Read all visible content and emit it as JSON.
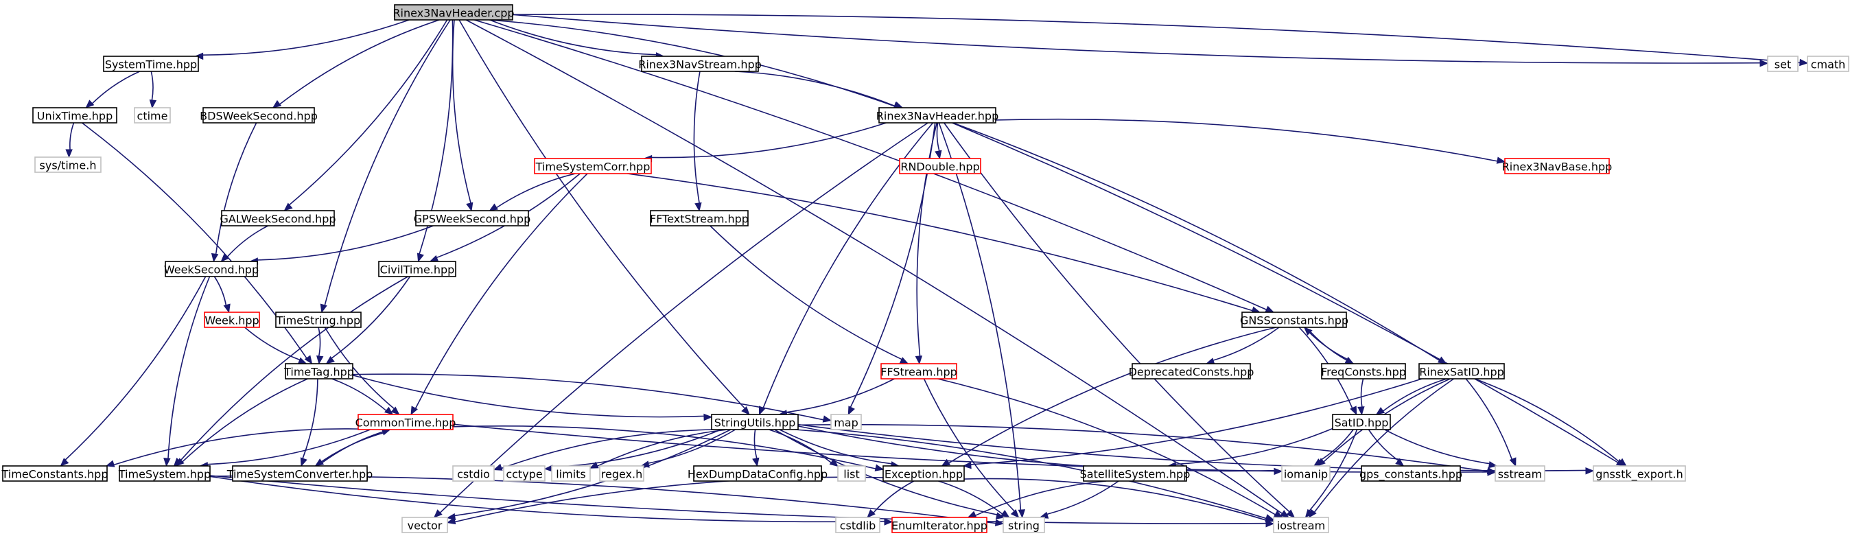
{
  "colors": {
    "edge": "#191970",
    "node_border": "#000000",
    "incomplete_border": "#ff0000",
    "system_border": "#bfbfbf",
    "root_fill": "#bfbfbf",
    "node_fill": "#ffffff",
    "system_text": "#404040"
  },
  "nodes": [
    {
      "id": "Rinex3NavHeader.cpp",
      "label": "Rinex3NavHeader.cpp",
      "kind": "root"
    },
    {
      "id": "SystemTime.hpp",
      "label": "SystemTime.hpp",
      "kind": "normal"
    },
    {
      "id": "Rinex3NavStream.hpp",
      "label": "Rinex3NavStream.hpp",
      "kind": "normal"
    },
    {
      "id": "set",
      "label": "set",
      "kind": "system"
    },
    {
      "id": "cmath",
      "label": "cmath",
      "kind": "system"
    },
    {
      "id": "UnixTime.hpp",
      "label": "UnixTime.hpp",
      "kind": "normal"
    },
    {
      "id": "ctime",
      "label": "ctime",
      "kind": "system"
    },
    {
      "id": "BDSWeekSecond.hpp",
      "label": "BDSWeekSecond.hpp",
      "kind": "normal"
    },
    {
      "id": "Rinex3NavHeader.hpp",
      "label": "Rinex3NavHeader.hpp",
      "kind": "normal"
    },
    {
      "id": "sys/time.h",
      "label": "sys/time.h",
      "kind": "system"
    },
    {
      "id": "TimeSystemCorr.hpp",
      "label": "TimeSystemCorr.hpp",
      "kind": "incomplete"
    },
    {
      "id": "RNDouble.hpp",
      "label": "RNDouble.hpp",
      "kind": "incomplete"
    },
    {
      "id": "Rinex3NavBase.hpp",
      "label": "Rinex3NavBase.hpp",
      "kind": "incomplete"
    },
    {
      "id": "GALWeekSecond.hpp",
      "label": "GALWeekSecond.hpp",
      "kind": "normal"
    },
    {
      "id": "GPSWeekSecond.hpp",
      "label": "GPSWeekSecond.hpp",
      "kind": "normal"
    },
    {
      "id": "FFTextStream.hpp",
      "label": "FFTextStream.hpp",
      "kind": "normal"
    },
    {
      "id": "WeekSecond.hpp",
      "label": "WeekSecond.hpp",
      "kind": "normal"
    },
    {
      "id": "CivilTime.hpp",
      "label": "CivilTime.hpp",
      "kind": "normal"
    },
    {
      "id": "Week.hpp",
      "label": "Week.hpp",
      "kind": "incomplete"
    },
    {
      "id": "TimeString.hpp",
      "label": "TimeString.hpp",
      "kind": "normal"
    },
    {
      "id": "GNSSconstants.hpp",
      "label": "GNSSconstants.hpp",
      "kind": "normal"
    },
    {
      "id": "TimeTag.hpp",
      "label": "TimeTag.hpp",
      "kind": "normal"
    },
    {
      "id": "FFStream.hpp",
      "label": "FFStream.hpp",
      "kind": "incomplete"
    },
    {
      "id": "DeprecatedConsts.hpp",
      "label": "DeprecatedConsts.hpp",
      "kind": "normal"
    },
    {
      "id": "FreqConsts.hpp",
      "label": "FreqConsts.hpp",
      "kind": "normal"
    },
    {
      "id": "RinexSatID.hpp",
      "label": "RinexSatID.hpp",
      "kind": "normal"
    },
    {
      "id": "CommonTime.hpp",
      "label": "CommonTime.hpp",
      "kind": "incomplete"
    },
    {
      "id": "StringUtils.hpp",
      "label": "StringUtils.hpp",
      "kind": "normal"
    },
    {
      "id": "map",
      "label": "map",
      "kind": "system"
    },
    {
      "id": "SatID.hpp",
      "label": "SatID.hpp",
      "kind": "normal"
    },
    {
      "id": "TimeConstants.hpp",
      "label": "TimeConstants.hpp",
      "kind": "normal"
    },
    {
      "id": "TimeSystem.hpp",
      "label": "TimeSystem.hpp",
      "kind": "normal"
    },
    {
      "id": "TimeSystemConverter.hpp",
      "label": "TimeSystemConverter.hpp",
      "kind": "normal"
    },
    {
      "id": "cstdio",
      "label": "cstdio",
      "kind": "system"
    },
    {
      "id": "cctype",
      "label": "cctype",
      "kind": "system"
    },
    {
      "id": "limits",
      "label": "limits",
      "kind": "system"
    },
    {
      "id": "regex.h",
      "label": "regex.h",
      "kind": "system"
    },
    {
      "id": "HexDumpDataConfig.hpp",
      "label": "HexDumpDataConfig.hpp",
      "kind": "normal"
    },
    {
      "id": "list",
      "label": "list",
      "kind": "system"
    },
    {
      "id": "Exception.hpp",
      "label": "Exception.hpp",
      "kind": "normal"
    },
    {
      "id": "SatelliteSystem.hpp",
      "label": "SatelliteSystem.hpp",
      "kind": "normal"
    },
    {
      "id": "iomanip",
      "label": "iomanip",
      "kind": "system"
    },
    {
      "id": "gps_constants.hpp",
      "label": "gps_constants.hpp",
      "kind": "normal"
    },
    {
      "id": "sstream",
      "label": "sstream",
      "kind": "system"
    },
    {
      "id": "gnsstk_export.h",
      "label": "gnsstk_export.h",
      "kind": "system"
    },
    {
      "id": "vector",
      "label": "vector",
      "kind": "system"
    },
    {
      "id": "cstdlib",
      "label": "cstdlib",
      "kind": "system"
    },
    {
      "id": "EnumIterator.hpp",
      "label": "EnumIterator.hpp",
      "kind": "incomplete"
    },
    {
      "id": "string",
      "label": "string",
      "kind": "system"
    },
    {
      "id": "iostream",
      "label": "iostream",
      "kind": "system"
    }
  ],
  "edges": [
    [
      "Rinex3NavHeader.cpp",
      "SystemTime.hpp"
    ],
    [
      "Rinex3NavHeader.cpp",
      "Rinex3NavStream.hpp"
    ],
    [
      "Rinex3NavHeader.cpp",
      "Rinex3NavHeader.hpp"
    ],
    [
      "Rinex3NavHeader.cpp",
      "set"
    ],
    [
      "Rinex3NavHeader.cpp",
      "cmath"
    ],
    [
      "Rinex3NavHeader.cpp",
      "BDSWeekSecond.hpp"
    ],
    [
      "Rinex3NavHeader.cpp",
      "GALWeekSecond.hpp"
    ],
    [
      "Rinex3NavHeader.cpp",
      "GPSWeekSecond.hpp"
    ],
    [
      "Rinex3NavHeader.cpp",
      "CivilTime.hpp"
    ],
    [
      "Rinex3NavHeader.cpp",
      "TimeString.hpp"
    ],
    [
      "Rinex3NavHeader.cpp",
      "GNSSconstants.hpp"
    ],
    [
      "Rinex3NavHeader.cpp",
      "StringUtils.hpp"
    ],
    [
      "Rinex3NavHeader.cpp",
      "iostream"
    ],
    [
      "SystemTime.hpp",
      "UnixTime.hpp"
    ],
    [
      "SystemTime.hpp",
      "ctime"
    ],
    [
      "UnixTime.hpp",
      "sys/time.h"
    ],
    [
      "UnixTime.hpp",
      "TimeTag.hpp"
    ],
    [
      "BDSWeekSecond.hpp",
      "WeekSecond.hpp"
    ],
    [
      "Rinex3NavStream.hpp",
      "Rinex3NavHeader.hpp"
    ],
    [
      "Rinex3NavStream.hpp",
      "FFTextStream.hpp"
    ],
    [
      "Rinex3NavHeader.hpp",
      "TimeSystemCorr.hpp"
    ],
    [
      "Rinex3NavHeader.hpp",
      "RNDouble.hpp"
    ],
    [
      "Rinex3NavHeader.hpp",
      "Rinex3NavBase.hpp"
    ],
    [
      "Rinex3NavHeader.hpp",
      "FFStream.hpp"
    ],
    [
      "Rinex3NavHeader.hpp",
      "RinexSatID.hpp"
    ],
    [
      "Rinex3NavHeader.hpp",
      "StringUtils.hpp"
    ],
    [
      "Rinex3NavHeader.hpp",
      "map"
    ],
    [
      "Rinex3NavHeader.hpp",
      "vector"
    ],
    [
      "Rinex3NavHeader.hpp",
      "string"
    ],
    [
      "Rinex3NavHeader.hpp",
      "iostream"
    ],
    [
      "Rinex3NavHeader.hpp",
      "gnsstk_export.h"
    ],
    [
      "TimeSystemCorr.hpp",
      "GPSWeekSecond.hpp"
    ],
    [
      "TimeSystemCorr.hpp",
      "CivilTime.hpp"
    ],
    [
      "TimeSystemCorr.hpp",
      "CommonTime.hpp"
    ],
    [
      "TimeSystemCorr.hpp",
      "GNSSconstants.hpp"
    ],
    [
      "GALWeekSecond.hpp",
      "WeekSecond.hpp"
    ],
    [
      "GPSWeekSecond.hpp",
      "WeekSecond.hpp"
    ],
    [
      "FFTextStream.hpp",
      "FFStream.hpp"
    ],
    [
      "WeekSecond.hpp",
      "Week.hpp"
    ],
    [
      "WeekSecond.hpp",
      "TimeSystem.hpp"
    ],
    [
      "WeekSecond.hpp",
      "TimeConstants.hpp"
    ],
    [
      "Week.hpp",
      "TimeTag.hpp"
    ],
    [
      "CivilTime.hpp",
      "TimeTag.hpp"
    ],
    [
      "CivilTime.hpp",
      "TimeSystem.hpp"
    ],
    [
      "TimeString.hpp",
      "TimeTag.hpp"
    ],
    [
      "TimeString.hpp",
      "CommonTime.hpp"
    ],
    [
      "TimeTag.hpp",
      "CommonTime.hpp"
    ],
    [
      "TimeTag.hpp",
      "StringUtils.hpp"
    ],
    [
      "TimeTag.hpp",
      "map"
    ],
    [
      "TimeTag.hpp",
      "TimeSystem.hpp"
    ],
    [
      "TimeTag.hpp",
      "TimeSystemConverter.hpp"
    ],
    [
      "CommonTime.hpp",
      "TimeConstants.hpp"
    ],
    [
      "CommonTime.hpp",
      "TimeSystem.hpp"
    ],
    [
      "CommonTime.hpp",
      "TimeSystemConverter.hpp"
    ],
    [
      "CommonTime.hpp",
      "Exception.hpp"
    ],
    [
      "CommonTime.hpp",
      "sstream"
    ],
    [
      "TimeSystemConverter.hpp",
      "CommonTime.hpp"
    ],
    [
      "TimeSystem.hpp",
      "EnumIterator.hpp"
    ],
    [
      "TimeSystem.hpp",
      "string"
    ],
    [
      "TimeSystem.hpp",
      "iostream"
    ],
    [
      "GNSSconstants.hpp",
      "DeprecatedConsts.hpp"
    ],
    [
      "GNSSconstants.hpp",
      "FreqConsts.hpp"
    ],
    [
      "GNSSconstants.hpp",
      "SatID.hpp"
    ],
    [
      "GNSSconstants.hpp",
      "Exception.hpp"
    ],
    [
      "FreqConsts.hpp",
      "GNSSconstants.hpp"
    ],
    [
      "FreqConsts.hpp",
      "SatID.hpp"
    ],
    [
      "FFStream.hpp",
      "StringUtils.hpp"
    ],
    [
      "FFStream.hpp",
      "string"
    ],
    [
      "FFStream.hpp",
      "iostream"
    ],
    [
      "RinexSatID.hpp",
      "SatID.hpp"
    ],
    [
      "RinexSatID.hpp",
      "Exception.hpp"
    ],
    [
      "RinexSatID.hpp",
      "iomanip"
    ],
    [
      "RinexSatID.hpp",
      "sstream"
    ],
    [
      "RinexSatID.hpp",
      "iostream"
    ],
    [
      "RinexSatID.hpp",
      "gnsstk_export.h"
    ],
    [
      "StringUtils.hpp",
      "cstdio"
    ],
    [
      "StringUtils.hpp",
      "cctype"
    ],
    [
      "StringUtils.hpp",
      "limits"
    ],
    [
      "StringUtils.hpp",
      "regex.h"
    ],
    [
      "StringUtils.hpp",
      "HexDumpDataConfig.hpp"
    ],
    [
      "StringUtils.hpp",
      "list"
    ],
    [
      "StringUtils.hpp",
      "Exception.hpp"
    ],
    [
      "StringUtils.hpp",
      "vector"
    ],
    [
      "StringUtils.hpp",
      "string"
    ],
    [
      "StringUtils.hpp",
      "iostream"
    ],
    [
      "StringUtils.hpp",
      "iomanip"
    ],
    [
      "StringUtils.hpp",
      "sstream"
    ],
    [
      "StringUtils.hpp",
      "gnsstk_export.h"
    ],
    [
      "SatID.hpp",
      "SatelliteSystem.hpp"
    ],
    [
      "SatID.hpp",
      "gps_constants.hpp"
    ],
    [
      "SatID.hpp",
      "iomanip"
    ],
    [
      "SatID.hpp",
      "sstream"
    ],
    [
      "SatID.hpp",
      "iostream"
    ],
    [
      "SatelliteSystem.hpp",
      "EnumIterator.hpp"
    ],
    [
      "SatelliteSystem.hpp",
      "string"
    ],
    [
      "Exception.hpp",
      "cstdlib"
    ],
    [
      "Exception.hpp",
      "string"
    ],
    [
      "Exception.hpp",
      "vector"
    ],
    [
      "Exception.hpp",
      "iostream"
    ]
  ]
}
